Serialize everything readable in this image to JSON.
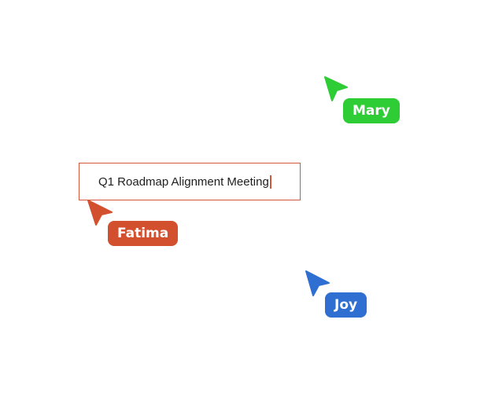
{
  "document_title_field": {
    "value": "Q1 Roadmap Alignment Meeting",
    "caret_color": "#d3583a"
  },
  "collaborators": {
    "mary": {
      "name": "Mary",
      "color": "#2ecc35",
      "icon": "cursor-arrow-icon"
    },
    "fatima": {
      "name": "Fatima",
      "color": "#d3502f",
      "icon": "cursor-arrow-icon"
    },
    "joy": {
      "name": "Joy",
      "color": "#2f6fd2",
      "icon": "cursor-arrow-icon"
    }
  }
}
